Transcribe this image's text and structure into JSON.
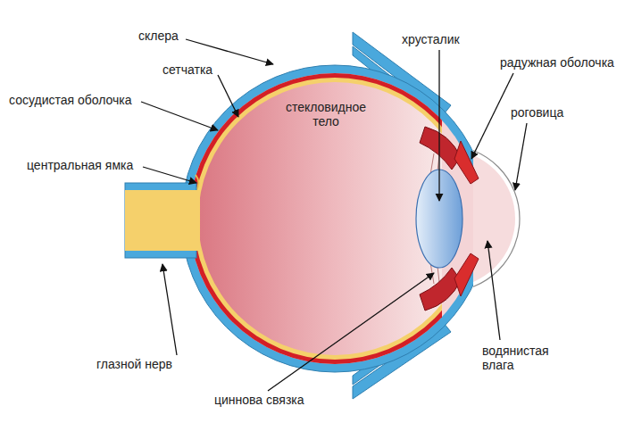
{
  "diagram": {
    "labels": [
      "склера",
      "сетчатка",
      "сосудистая оболочка",
      "центральная ямка",
      "глазной нерв",
      "стекловидное тело",
      "хрусталик",
      "радужная оболочка",
      "роговица",
      "водянистая влага",
      "циннова связка"
    ]
  }
}
